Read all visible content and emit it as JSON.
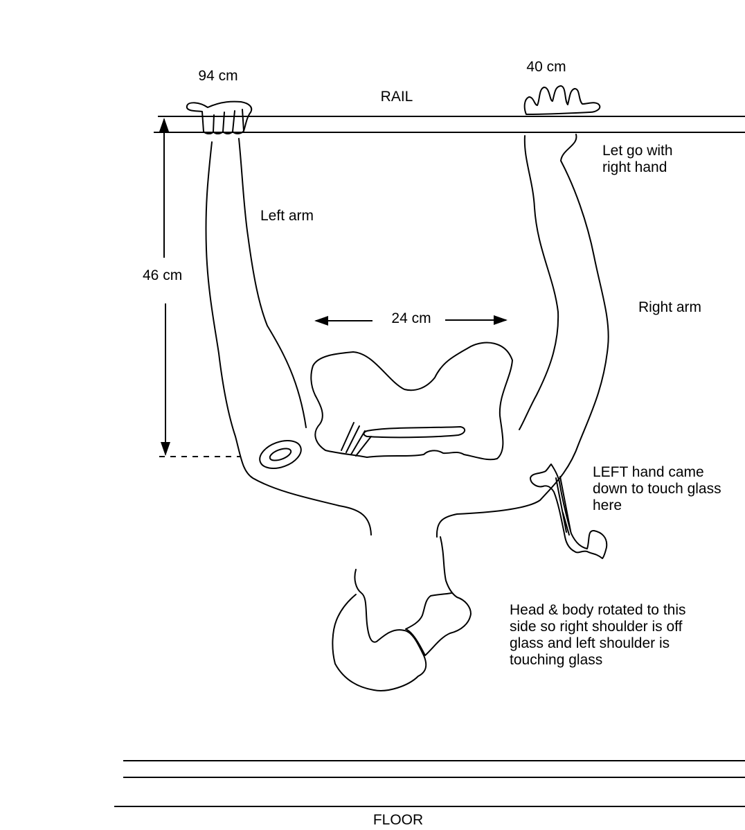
{
  "labels": {
    "left_hand_height": "94 cm",
    "right_hand_height": "40 cm",
    "rail": "RAIL",
    "let_go": [
      "Let go with",
      "right hand"
    ],
    "left_arm": "Left arm",
    "vertical_dimension": "46 cm",
    "horizontal_dimension": "24 cm",
    "right_arm": "Right arm",
    "left_hand_note": [
      "LEFT hand came",
      "down to touch glass",
      "here"
    ],
    "head_body_note": [
      "Head & body rotated to this",
      "side so right shoulder is off",
      "glass and left shoulder is",
      "touching glass"
    ],
    "floor": "FLOOR"
  }
}
